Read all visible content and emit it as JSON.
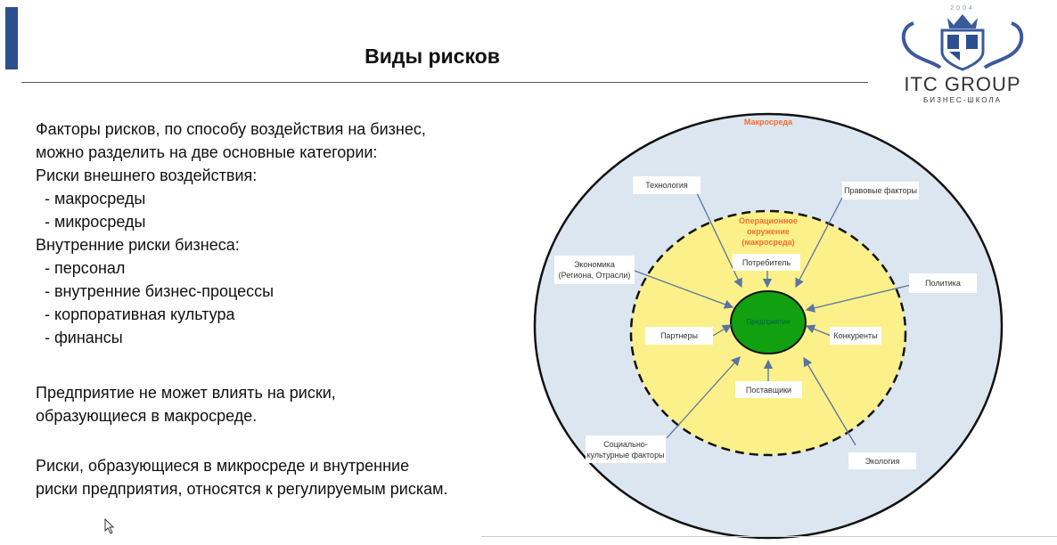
{
  "slide": {
    "title": "Виды рисков",
    "logo": {
      "name": "ITC GROUP",
      "subtitle": "БИЗНЕС-ШКОЛА",
      "year": "2004"
    },
    "body": {
      "intro": [
        "Факторы рисков, по способу воздействия на бизнес,",
        "можно разделить на две основные категории:"
      ],
      "external_heading": "Риски внешнего воздействия:",
      "external_items": [
        "- макросреды",
        "- микросреды"
      ],
      "internal_heading": "Внутренние риски бизнеса:",
      "internal_items": [
        "- персонал",
        "- внутренние бизнес-процессы",
        "- корпоративная культура",
        "- финансы"
      ],
      "note1": [
        "Предприятие не может влиять на риски,",
        "образующиеся в макросреде."
      ],
      "note2": [
        "Риски, образующиеся в микросреде и внутренние",
        "риски предприятия, относятся к регулируемым рискам."
      ]
    },
    "diagram": {
      "outer_label": "Макросреда",
      "inner_label": [
        "Операционное",
        "окружение",
        "(макросреда)"
      ],
      "center_label": "Предприятие",
      "macro_factors": {
        "technology": "Технология",
        "legal": "Правовые факторы",
        "economy": [
          "Экономика",
          "(Региона, Отрасли)"
        ],
        "politics": "Политика",
        "social": [
          "Социально-",
          "культурные факторы"
        ],
        "ecology": "Экология"
      },
      "micro_factors": {
        "consumer": "Потребитель",
        "partners": "Партнеры",
        "competitors": "Конкуренты",
        "suppliers": "Поставщики"
      },
      "colors": {
        "outer": "#dce6f0",
        "inner": "#fbf08a",
        "center": "#10a010",
        "arrow": "#5a74a0",
        "label": "#f07030"
      }
    }
  }
}
